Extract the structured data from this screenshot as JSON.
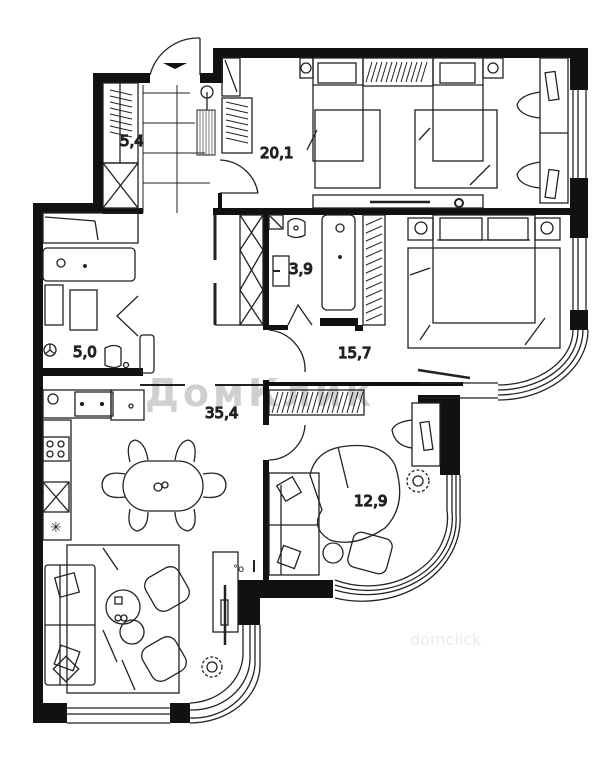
{
  "plan": {
    "type": "apartment floor plan",
    "rooms": [
      {
        "id": "hall",
        "name": "entrance hall",
        "area": "5,4"
      },
      {
        "id": "bedroom-1",
        "name": "bedroom (two single beds)",
        "area": "20,1"
      },
      {
        "id": "bathroom-1",
        "name": "bathroom",
        "area": "5,0"
      },
      {
        "id": "bathroom-2",
        "name": "bathroom",
        "area": "3,9"
      },
      {
        "id": "bedroom-2",
        "name": "bedroom (double bed)",
        "area": "15,7"
      },
      {
        "id": "living-kitchen",
        "name": "kitchen-living room",
        "area": "35,4"
      },
      {
        "id": "study",
        "name": "study / room",
        "area": "12,9"
      }
    ],
    "entrance_marker": "entrance-arrow",
    "watermark": {
      "text": "ДомКлик",
      "secondary": "domclick"
    },
    "colors": {
      "wall": "#111111",
      "line": "#222222",
      "background": "#ffffff"
    }
  }
}
